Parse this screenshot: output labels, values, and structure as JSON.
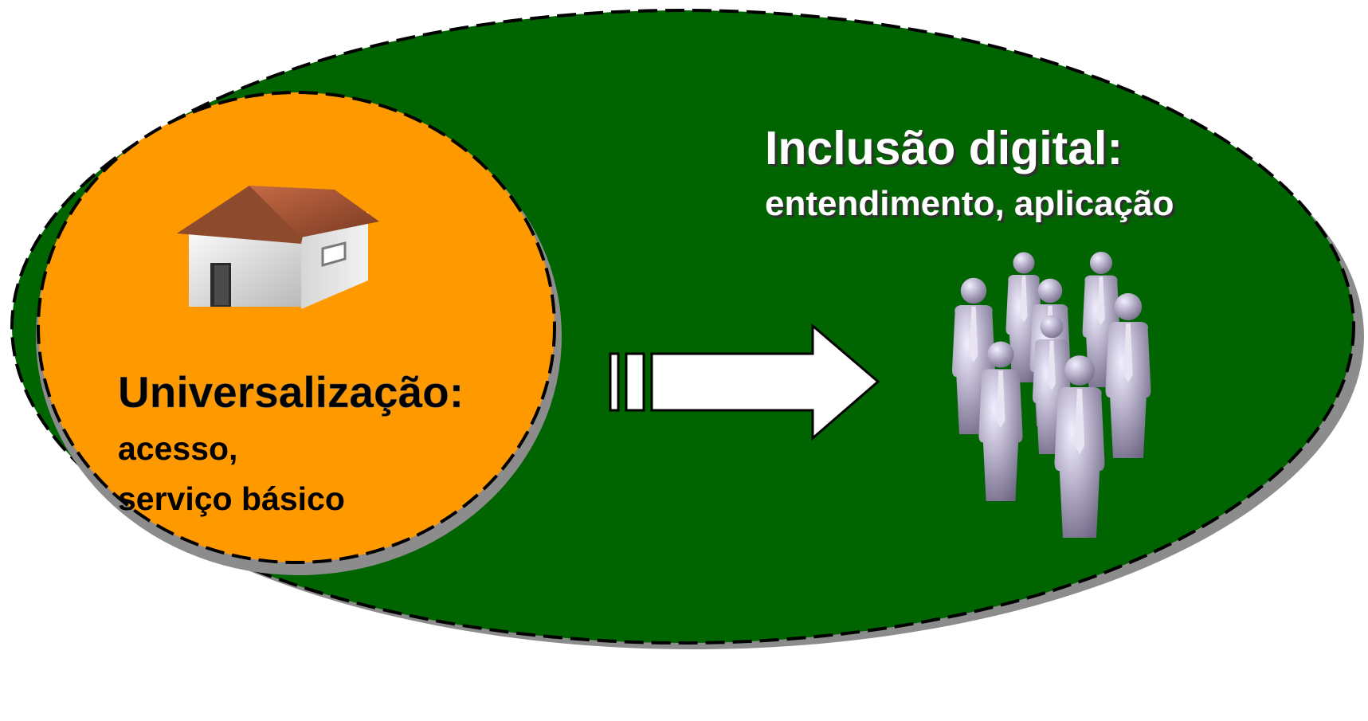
{
  "colors": {
    "outer_fill": "#006400",
    "inner_fill": "#ff9900",
    "shadow": "#8c8c8c",
    "outline": "#000000",
    "arrow_fill": "#ffffff",
    "roof": "#a0583a",
    "wall": "#e8e8e8",
    "people": "#a8a2b8"
  },
  "inner": {
    "title": "Universalização:",
    "line1": "acesso,",
    "line2": "serviço básico",
    "icon": "house-icon"
  },
  "outer": {
    "title": "Inclusão digital:",
    "subtitle": "entendimento, aplicação",
    "icon": "people-group-icon"
  },
  "connector": {
    "icon": "right-arrow-icon"
  }
}
